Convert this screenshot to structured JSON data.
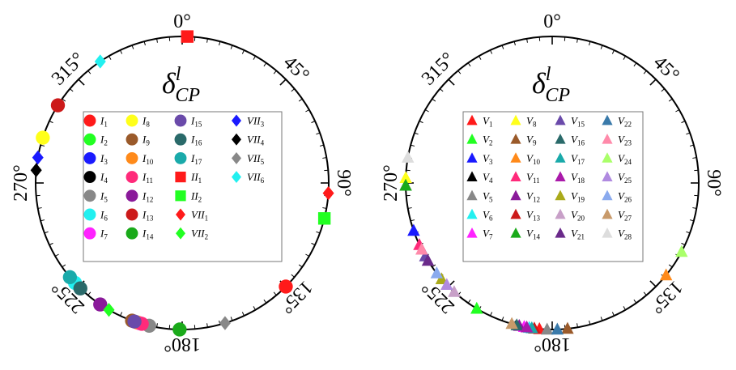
{
  "chart_data": [
    {
      "type": "scatter",
      "coordinate_system": "polar",
      "title": "δ^l_CP",
      "title_parts": {
        "main": "δ",
        "sup": "l",
        "sub": "CP"
      },
      "angle_unit": "degree",
      "angle_labels": [
        {
          "angle": 0,
          "text": "0°"
        },
        {
          "angle": 45,
          "text": "45°"
        },
        {
          "angle": 90,
          "text": "90°"
        },
        {
          "angle": 135,
          "text": "135°"
        },
        {
          "angle": 180,
          "text": "180°"
        },
        {
          "angle": 225,
          "text": "225°"
        },
        {
          "angle": 270,
          "text": "270°"
        },
        {
          "angle": 315,
          "text": "315°"
        }
      ],
      "legend_position": "center",
      "series": [
        {
          "name": "I",
          "sub": "1",
          "color": "#ff1a1a",
          "marker": "circle",
          "angles": [
            135
          ]
        },
        {
          "name": "I",
          "sub": "2",
          "color": "#22ff22",
          "marker": "circle",
          "angles": []
        },
        {
          "name": "I",
          "sub": "3",
          "color": "#1a1aff",
          "marker": "circle",
          "angles": []
        },
        {
          "name": "I",
          "sub": "4",
          "color": "#000000",
          "marker": "circle",
          "angles": []
        },
        {
          "name": "I",
          "sub": "5",
          "color": "#888888",
          "marker": "circle",
          "angles": [
            193
          ]
        },
        {
          "name": "I",
          "sub": "6",
          "color": "#22f0f0",
          "marker": "circle",
          "angles": [
            227
          ]
        },
        {
          "name": "I",
          "sub": "7",
          "color": "#ff22ff",
          "marker": "circle",
          "angles": [
            197
          ]
        },
        {
          "name": "I",
          "sub": "8",
          "color": "#ffff1a",
          "marker": "circle",
          "angles": [
            288
          ]
        },
        {
          "name": "I",
          "sub": "9",
          "color": "#9a5a2a",
          "marker": "circle",
          "angles": [
            200
          ]
        },
        {
          "name": "I",
          "sub": "10",
          "color": "#ff8a1a",
          "marker": "circle",
          "angles": [
            198
          ]
        },
        {
          "name": "I",
          "sub": "11",
          "color": "#ff2a7a",
          "marker": "circle",
          "angles": [
            196
          ]
        },
        {
          "name": "I",
          "sub": "12",
          "color": "#8a1a9a",
          "marker": "circle",
          "angles": [
            214
          ]
        },
        {
          "name": "I",
          "sub": "13",
          "color": "#cc1a1a",
          "marker": "circle",
          "angles": [
            302
          ]
        },
        {
          "name": "I",
          "sub": "14",
          "color": "#1aaa1a",
          "marker": "circle",
          "angles": [
            181
          ]
        },
        {
          "name": "I",
          "sub": "15",
          "color": "#6a4aaa",
          "marker": "circle",
          "angles": [
            199
          ]
        },
        {
          "name": "I",
          "sub": "16",
          "color": "#2a6a6a",
          "marker": "circle",
          "angles": [
            224
          ]
        },
        {
          "name": "I",
          "sub": "17",
          "color": "#1aaaaa",
          "marker": "circle",
          "angles": [
            230
          ]
        },
        {
          "name": "II",
          "sub": "1",
          "color": "#ff1a1a",
          "marker": "square",
          "angles": [
            2
          ]
        },
        {
          "name": "II",
          "sub": "2",
          "color": "#22ff22",
          "marker": "square",
          "angles": [
            104
          ]
        },
        {
          "name": "VII",
          "sub": "1",
          "color": "#ff1a1a",
          "marker": "diamond",
          "angles": [
            94
          ]
        },
        {
          "name": "VII",
          "sub": "2",
          "color": "#22ff22",
          "marker": "diamond",
          "angles": [
            210
          ]
        },
        {
          "name": "VII",
          "sub": "3",
          "color": "#1a1aff",
          "marker": "diamond",
          "angles": [
            280
          ]
        },
        {
          "name": "VII",
          "sub": "4",
          "color": "#000000",
          "marker": "diamond",
          "angles": [
            275
          ]
        },
        {
          "name": "VII",
          "sub": "5",
          "color": "#888888",
          "marker": "diamond",
          "angles": [
            163
          ]
        },
        {
          "name": "VII",
          "sub": "6",
          "color": "#22f0f0",
          "marker": "diamond",
          "angles": [
            326
          ]
        }
      ]
    },
    {
      "type": "scatter",
      "coordinate_system": "polar",
      "title": "δ^l_CP",
      "title_parts": {
        "main": "δ",
        "sup": "l",
        "sub": "CP"
      },
      "angle_unit": "degree",
      "angle_labels": [
        {
          "angle": 0,
          "text": "0°"
        },
        {
          "angle": 45,
          "text": "45°"
        },
        {
          "angle": 90,
          "text": "90°"
        },
        {
          "angle": 135,
          "text": "135°"
        },
        {
          "angle": 180,
          "text": "180°"
        },
        {
          "angle": 225,
          "text": "225°"
        },
        {
          "angle": 270,
          "text": "270°"
        },
        {
          "angle": 315,
          "text": "315°"
        }
      ],
      "legend_position": "center",
      "series": [
        {
          "name": "V",
          "sub": "1",
          "color": "#ff1a1a",
          "marker": "triangle",
          "angles": [
            185
          ]
        },
        {
          "name": "V",
          "sub": "2",
          "color": "#22ff22",
          "marker": "triangle",
          "angles": [
            211
          ]
        },
        {
          "name": "V",
          "sub": "3",
          "color": "#1a1aff",
          "marker": "triangle",
          "angles": [
            251
          ]
        },
        {
          "name": "V",
          "sub": "4",
          "color": "#000000",
          "marker": "triangle",
          "angles": [
            269
          ]
        },
        {
          "name": "V",
          "sub": "5",
          "color": "#888888",
          "marker": "triangle",
          "angles": [
            182
          ]
        },
        {
          "name": "V",
          "sub": "6",
          "color": "#22f0f0",
          "marker": "triangle",
          "angles": [
            189
          ]
        },
        {
          "name": "V",
          "sub": "7",
          "color": "#ff22ff",
          "marker": "triangle",
          "angles": [
            191
          ]
        },
        {
          "name": "V",
          "sub": "8",
          "color": "#ffff1a",
          "marker": "triangle",
          "angles": [
            272
          ]
        },
        {
          "name": "V",
          "sub": "9",
          "color": "#9a5a2a",
          "marker": "triangle",
          "angles": [
            174
          ]
        },
        {
          "name": "V",
          "sub": "10",
          "color": "#ff8a1a",
          "marker": "triangle",
          "angles": [
            129
          ]
        },
        {
          "name": "V",
          "sub": "11",
          "color": "#ff2a7a",
          "marker": "triangle",
          "angles": [
            245
          ]
        },
        {
          "name": "V",
          "sub": "12",
          "color": "#8a1a9a",
          "marker": "triangle",
          "angles": [
            193
          ]
        },
        {
          "name": "V",
          "sub": "13",
          "color": "#cc1a1a",
          "marker": "triangle",
          "angles": [
            187
          ]
        },
        {
          "name": "V",
          "sub": "14",
          "color": "#1aaa1a",
          "marker": "triangle",
          "angles": [
            269
          ]
        },
        {
          "name": "V",
          "sub": "15",
          "color": "#6a4aaa",
          "marker": "triangle",
          "angles": [
            240
          ]
        },
        {
          "name": "V",
          "sub": "16",
          "color": "#2a6a6a",
          "marker": "triangle",
          "angles": [
            194
          ]
        },
        {
          "name": "V",
          "sub": "17",
          "color": "#1aaaaa",
          "marker": "triangle",
          "angles": [
            188
          ]
        },
        {
          "name": "V",
          "sub": "18",
          "color": "#aa1aaa",
          "marker": "triangle",
          "angles": [
            190
          ]
        },
        {
          "name": "V",
          "sub": "19",
          "color": "#aaaa1a",
          "marker": "triangle",
          "angles": [
            229
          ]
        },
        {
          "name": "V",
          "sub": "20",
          "color": "#c8a0c8",
          "marker": "triangle",
          "angles": [
            222
          ]
        },
        {
          "name": "V",
          "sub": "21",
          "color": "#6a2a8a",
          "marker": "triangle",
          "angles": [
            238
          ]
        },
        {
          "name": "V",
          "sub": "22",
          "color": "#3a7aaa",
          "marker": "triangle",
          "angles": [
            178
          ]
        },
        {
          "name": "V",
          "sub": "23",
          "color": "#ff8aaa",
          "marker": "triangle",
          "angles": [
            243
          ]
        },
        {
          "name": "V",
          "sub": "24",
          "color": "#aaff6a",
          "marker": "triangle",
          "angles": [
            118
          ]
        },
        {
          "name": "V",
          "sub": "25",
          "color": "#b08ae0",
          "marker": "triangle",
          "angles": [
            226
          ]
        },
        {
          "name": "V",
          "sub": "26",
          "color": "#8aaaee",
          "marker": "triangle",
          "angles": [
            232
          ]
        },
        {
          "name": "V",
          "sub": "27",
          "color": "#c89a6a",
          "marker": "triangle",
          "angles": [
            196
          ]
        },
        {
          "name": "V",
          "sub": "28",
          "color": "#dddddd",
          "marker": "triangle",
          "angles": [
            280
          ]
        }
      ]
    }
  ]
}
